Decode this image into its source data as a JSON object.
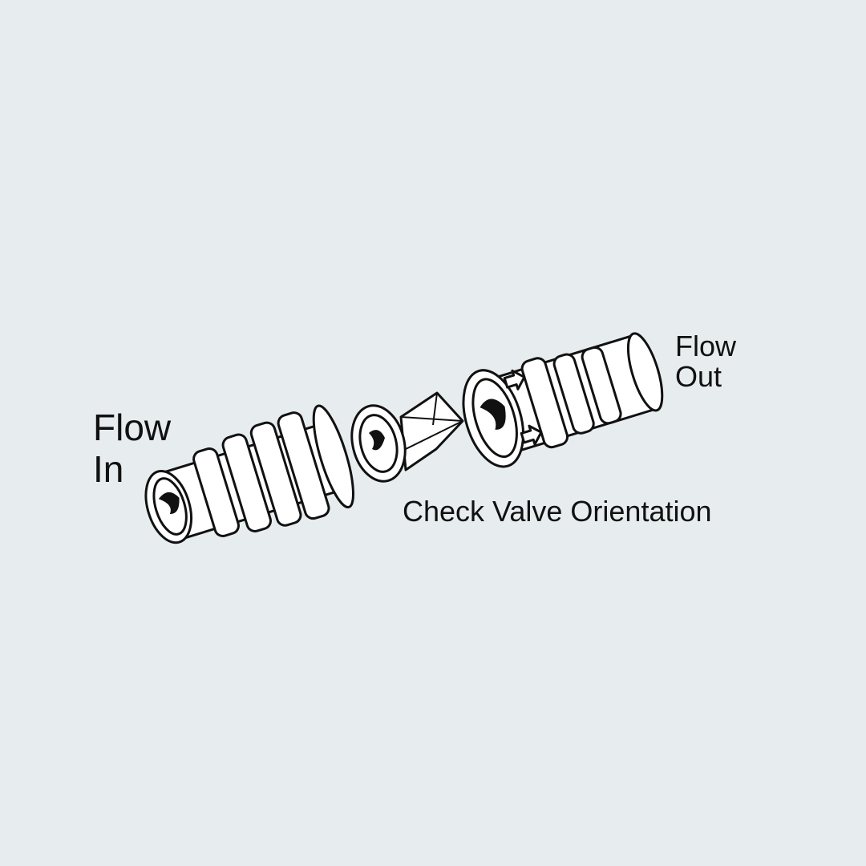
{
  "labels": {
    "flow_in_line1": "Flow",
    "flow_in_line2": "In",
    "flow_out_line1": "Flow",
    "flow_out_line2": "Out",
    "caption": "Check Valve Orientation"
  },
  "diagram": {
    "parts": [
      "inlet-coupling",
      "check-valve-insert",
      "outlet-coupling"
    ],
    "colors": {
      "background": "#e7edef",
      "line": "#111111",
      "fill": "#ffffff"
    }
  }
}
